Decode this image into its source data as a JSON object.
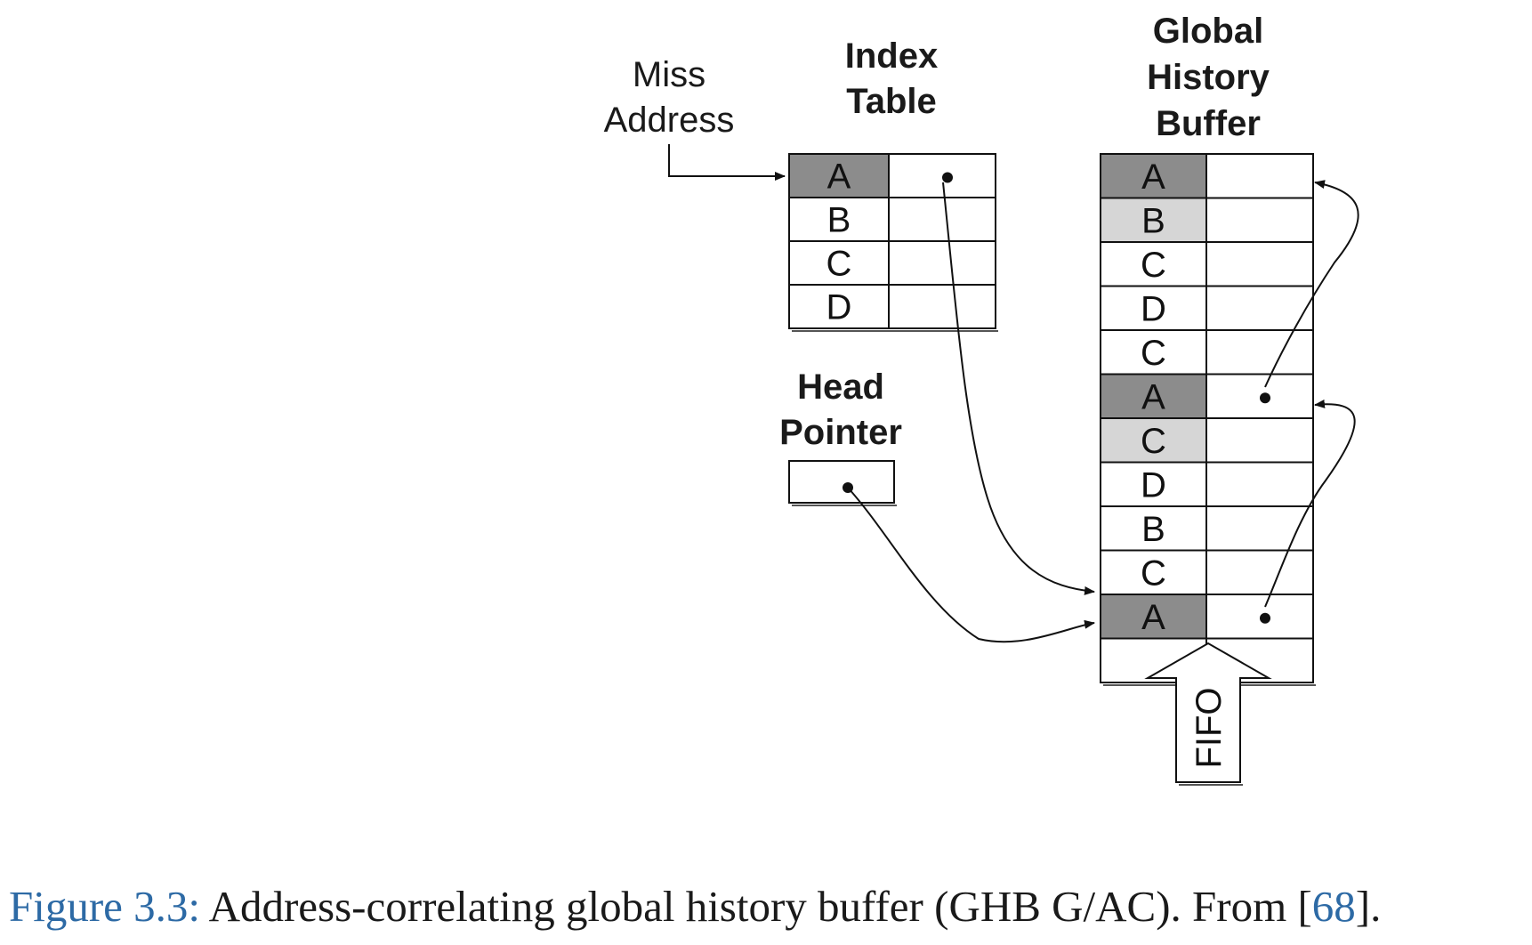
{
  "labels": {
    "miss_address": [
      "Miss",
      "Address"
    ],
    "index_table": [
      "Index",
      "Table"
    ],
    "global_history_buffer": [
      "Global",
      "History",
      "Buffer"
    ],
    "head_pointer": [
      "Head",
      "Pointer"
    ],
    "fifo": "FIFO"
  },
  "index_table": {
    "rows": [
      {
        "key": "A",
        "has_pointer": true,
        "shade": "dark"
      },
      {
        "key": "B",
        "has_pointer": false,
        "shade": "none"
      },
      {
        "key": "C",
        "has_pointer": false,
        "shade": "none"
      },
      {
        "key": "D",
        "has_pointer": false,
        "shade": "none"
      }
    ]
  },
  "global_history_buffer": {
    "rows": [
      {
        "key": "A",
        "has_pointer": false,
        "shade": "dark"
      },
      {
        "key": "B",
        "has_pointer": false,
        "shade": "light"
      },
      {
        "key": "C",
        "has_pointer": false,
        "shade": "none"
      },
      {
        "key": "D",
        "has_pointer": false,
        "shade": "none"
      },
      {
        "key": "C",
        "has_pointer": false,
        "shade": "none"
      },
      {
        "key": "A",
        "has_pointer": true,
        "shade": "dark"
      },
      {
        "key": "C",
        "has_pointer": false,
        "shade": "light"
      },
      {
        "key": "D",
        "has_pointer": false,
        "shade": "none"
      },
      {
        "key": "B",
        "has_pointer": false,
        "shade": "none"
      },
      {
        "key": "C",
        "has_pointer": false,
        "shade": "none"
      },
      {
        "key": "A",
        "has_pointer": true,
        "shade": "dark"
      },
      {
        "key": "",
        "has_pointer": false,
        "shade": "none"
      }
    ]
  },
  "colors": {
    "dark_cell": "#8c8c8c",
    "light_cell": "#d6d6d6",
    "line": "#111111",
    "caption_accent": "#2d6aa5"
  },
  "caption": {
    "figure_number": "Figure 3.3:",
    "text": " Address-correlating global history buffer (GHB G/AC). From [",
    "reference": "68",
    "end": "]."
  }
}
